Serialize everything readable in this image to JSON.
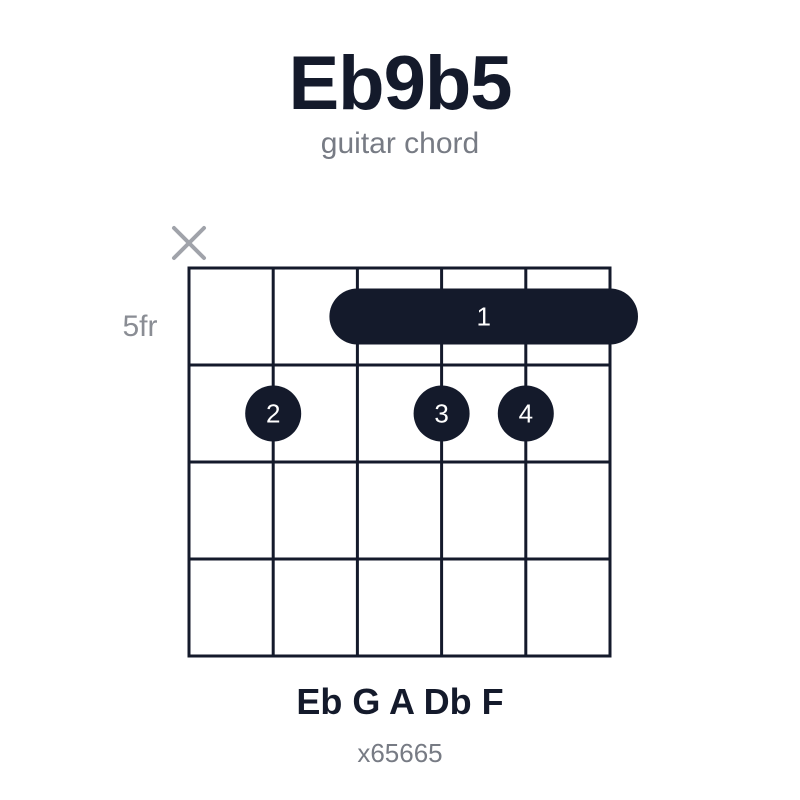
{
  "chord": {
    "name": "Eb9b5",
    "subtitle": "guitar chord",
    "notes": "Eb G A Db F",
    "fingering": "x65665"
  },
  "diagram": {
    "base_fret_label": "5fr",
    "string_count": 6,
    "fret_count": 4,
    "muted_strings": [
      1
    ],
    "barre": {
      "finger": "1",
      "fret": 1,
      "from_string": 3,
      "to_string": 6
    },
    "dots": [
      {
        "string": 2,
        "fret": 2,
        "finger": "2"
      },
      {
        "string": 4,
        "fret": 2,
        "finger": "3"
      },
      {
        "string": 5,
        "fret": 2,
        "finger": "4"
      }
    ],
    "colors": {
      "ink": "#141a2b",
      "muted_marker": "#a0a3aa",
      "label_gray": "#8a8d94",
      "finger_text": "#ffffff"
    }
  }
}
